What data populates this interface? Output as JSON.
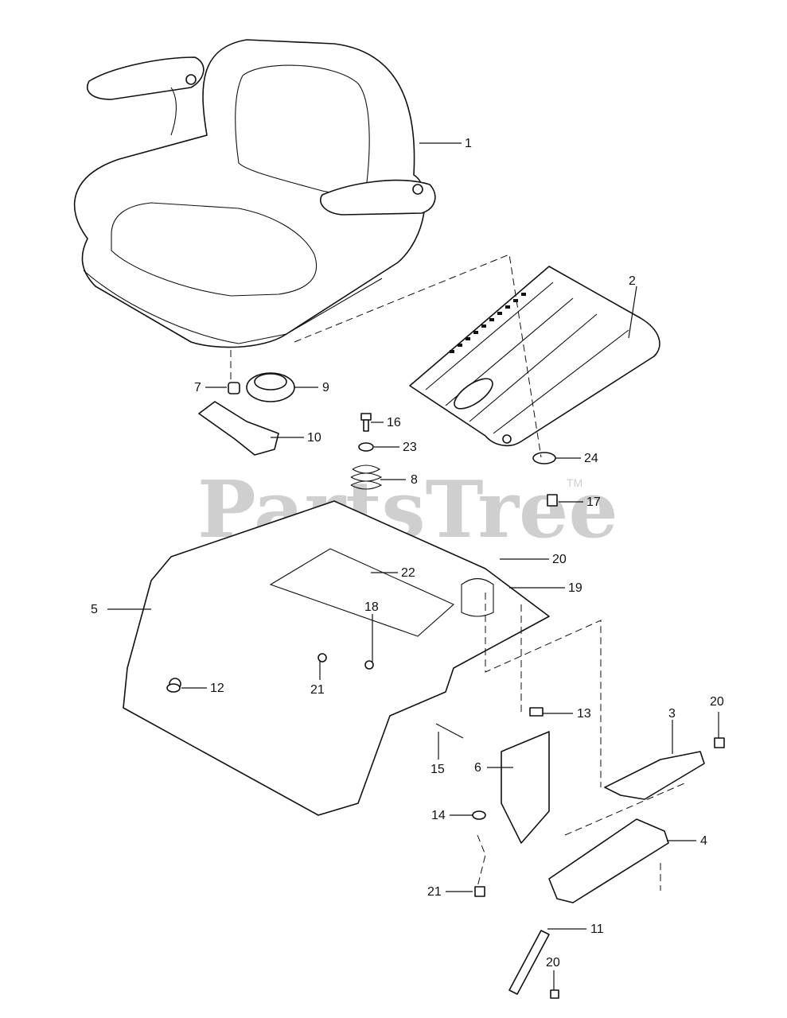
{
  "watermark": {
    "text": "PartsTree",
    "trademark": "TM"
  },
  "callouts": [
    {
      "id": "1",
      "label": "1"
    },
    {
      "id": "2",
      "label": "2"
    },
    {
      "id": "3",
      "label": "3"
    },
    {
      "id": "4",
      "label": "4"
    },
    {
      "id": "5",
      "label": "5"
    },
    {
      "id": "6",
      "label": "6"
    },
    {
      "id": "7",
      "label": "7"
    },
    {
      "id": "8",
      "label": "8"
    },
    {
      "id": "9",
      "label": "9"
    },
    {
      "id": "10",
      "label": "10"
    },
    {
      "id": "11",
      "label": "11"
    },
    {
      "id": "12",
      "label": "12"
    },
    {
      "id": "13",
      "label": "13"
    },
    {
      "id": "14",
      "label": "14"
    },
    {
      "id": "15",
      "label": "15"
    },
    {
      "id": "16",
      "label": "16"
    },
    {
      "id": "17",
      "label": "17"
    },
    {
      "id": "18",
      "label": "18"
    },
    {
      "id": "19",
      "label": "19"
    },
    {
      "id": "20a",
      "label": "20"
    },
    {
      "id": "20b",
      "label": "20"
    },
    {
      "id": "20c",
      "label": "20"
    },
    {
      "id": "21a",
      "label": "21"
    },
    {
      "id": "21b",
      "label": "21"
    },
    {
      "id": "22",
      "label": "22"
    },
    {
      "id": "23",
      "label": "23"
    },
    {
      "id": "24",
      "label": "24"
    }
  ]
}
